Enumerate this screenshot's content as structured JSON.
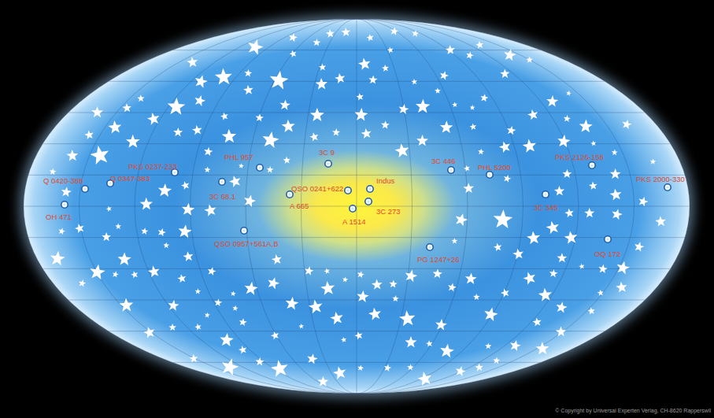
{
  "diagram": {
    "labels": [
      "Q 0420-388",
      "Q 0347-383",
      "PKS 0237-233",
      "OH 471",
      "3C 68.1",
      "PHL 957",
      "3C 9",
      "QSO 0241+622",
      "Indus",
      "A 665",
      "3C 273",
      "A 1514",
      "QSO 0957+561A,B",
      "PG 1247+26",
      "3C 446",
      "PHL 5200",
      "PKS 2126-158",
      "PKS 2000-330",
      "3C 345",
      "OQ 172",
      "© Copyright by Universal Experten Verlag, CH-8620 Rapperswil"
    ]
  }
}
